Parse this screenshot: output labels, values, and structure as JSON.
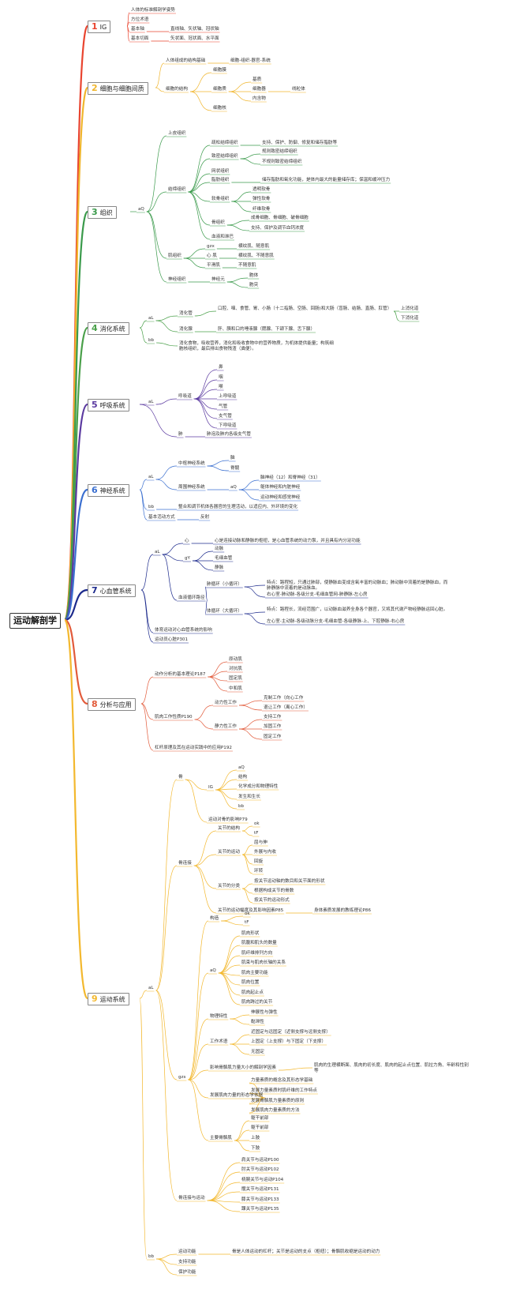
{
  "root": "运动解剖学",
  "colors": [
    "#e9442f",
    "#f0b52c",
    "#3a9a4b",
    "#4aa04a",
    "#5b3aa0",
    "#3a6fd0",
    "#1c2a8c",
    "#e25b3b",
    "#f3b82e",
    "#5aaa3e"
  ],
  "sections": [
    {
      "num": "1",
      "title": "IG",
      "items": [
        "人体的标准解剖学姿势",
        "方位术语",
        "基本轴",
        "直线轴、矢状轴、冠状轴",
        "基本切面",
        "矢状面、冠状面、水平面"
      ]
    },
    {
      "num": "2",
      "title": "细胞与细胞间质",
      "items": [
        "人体组成的结构基础",
        "细胞-组织-器官-系统",
        "细胞的结构",
        "细胞膜",
        "细胞质",
        "基质",
        "细胞器",
        "线粒体",
        "内含物",
        "细胞核"
      ]
    },
    {
      "num": "3",
      "title": "组织",
      "items": [
        "aQ",
        "上皮组织",
        "结缔组织",
        "疏松结缔组织",
        "支持、保护、防御、修复和储存脂肪等",
        "致密结缔组织",
        "规则致密结缔组织",
        "不规则致密结缔组织",
        "网状组织",
        "脂肪组织",
        "储存脂肪和氧化功能，是体内最大的能量储存库；保温和缓冲压力",
        "软骨组织",
        "透明软骨",
        "弹性软骨",
        "纤维软骨",
        "骨组织",
        "成骨细胞、骨细胞、破骨细胞",
        "支持、保护及调节血钙浓度",
        "血液和淋巴",
        "肌组织",
        "gzx",
        "横纹肌、随意肌",
        "心 肌",
        "横纹肌、不随意肌",
        "平滑肌",
        "不随意肌",
        "神经组织",
        "神经元",
        "胞体",
        "胞突"
      ]
    },
    {
      "num": "4",
      "title": "消化系统",
      "items": [
        "aL",
        "消化管",
        "口腔、咽、食管、胃、小肠（十二指肠、空肠、回肠)和大肠（盲肠、结肠、直肠、肛管）",
        "上消化道",
        "下消化道",
        "消化腺",
        "肝、胰和口的唾液腺（腮腺、下颌下腺、舌下腺）",
        "bb",
        "消化食物，吸收营养，消化和吸收食物中的营养物质，为机体提供能量；构筑细胞核组织，最后排出食物残渣（粪便）。"
      ]
    },
    {
      "num": "5",
      "title": "呼吸系统",
      "items": [
        "aL",
        "呼吸道",
        "鼻",
        "咽",
        "喉",
        "上呼吸道",
        "气管",
        "支气管",
        "下呼吸道",
        "肺",
        "肺泡及肺内各级支气管"
      ]
    },
    {
      "num": "6",
      "title": "神经系统",
      "items": [
        "aL",
        "中枢神经系统",
        "脑",
        "脊髓",
        "周围神经系统",
        "aQ",
        "脑神经（12）和脊神经（31）",
        "躯体神经和内脏神经",
        "运动神经和感觉神经",
        "bb",
        "整合和调节机体各器官的生理活动，以适应内、外环境的变化",
        "基本活动方式",
        "反射"
      ]
    },
    {
      "num": "7",
      "title": "心血管系统",
      "items": [
        "aL",
        "心",
        "心是连接动脉和静脉的枢纽，是心血管系统的动力泵，并且具有内分泌功能",
        "gY",
        "动脉",
        "毛细血管",
        "静脉",
        "血液循环路径",
        "肺循环（小循环）",
        "特点：路程短，只通过肺部，使静脉血变成含氧丰富的动脉血；肺动脉中流着的是静脉血，而肺静脉中流着的是动脉血。",
        "右心室-肺动脉-各级分支-毛细血管网-肺静脉-左心房",
        "体循环（大循环）",
        "特点：路程长，流经范围广，以动脉血滋养全身各个器官，又将其代谢产物经静脉运回心脏。",
        "左心室-主动脉-各级动脉分支-毛细血管-各级静脉-上、下腔静脉-右心房",
        "体育运动对心血管系统的影响",
        "运动员心脏P301"
      ]
    },
    {
      "num": "8",
      "title": "分析与应用",
      "items": [
        "动作分析的基本理论P187",
        "原动肌",
        "对抗肌",
        "固定肌",
        "中和肌",
        "肌肉工作性质P190",
        "动力性工作",
        "克制工作（向心工作",
        "退让工作（离心工作）",
        "静力性工作",
        "支持工作",
        "加固工作",
        "固定工作",
        "杠杆原理及其在运动实践中的应用P192"
      ]
    },
    {
      "num": "9",
      "title": "运动系统",
      "items": [
        "aL",
        "骨",
        "IG",
        "aQ",
        "结构",
        "化学成分和物理特性",
        "发生和生长",
        "bb",
        "运动对骨的影响P79",
        "骨连接",
        "关节的结构",
        "ok",
        "tF",
        "关节的运动",
        "屈与伸",
        "外展与内收",
        "回旋",
        "环转",
        "关节的分类",
        "按关节运动轴的数目和关节面的形状",
        "根据构成关节的骨数",
        "按关节的运动形式",
        "关节的运动幅度及其影响因素P85",
        "身体素质发展的教练理论P86",
        "gzs",
        "构造",
        "ok",
        "tF",
        "aQ",
        "肌肉形状",
        "肌腹和肌头的数量",
        "肌纤维排列方向",
        "肌束与肌肉长轴的关系",
        "肌肉主要功能",
        "肌肉位置",
        "肌肉起止点",
        "肌肉跨过的关节",
        "物理特性",
        "伸展性与弹性",
        "黏滞性",
        "工作术语",
        "近固定与远固定（近侧支撑与远侧支撑）",
        "上固定（上支撑）与下固定（下支撑）",
        "无固定",
        "影响骨骼肌力量大小的解剖学因素",
        "肌肉的生理横断面、肌肉的初长度、肌肉的起止点位置、肌拉力角、年龄和性别等",
        "发展肌肉力量的形态学依据",
        "力量素质的概念及其形态学基础",
        "发展力量素质时肌纤维的工作特点",
        "发展骨骼肌力量素质的原则",
        "发展肌肉力量素质的方法",
        "主要骨骼肌",
        "躯干前部",
        "躯干前部",
        "上肢",
        "下肢",
        "骨连接与运动",
        "肩关节与运动P100",
        "肘关节与运动P102",
        "桡腕关节与运动P104",
        "髋关节与运动P131",
        "膝关节与运动P133",
        "踝关节与运动P135",
        "bb",
        "运动功能",
        "骨是人体运动的杠杆；关节是运动的支点（枢纽）；骨骼肌收缩是运动的动力",
        "支持功能",
        "保护功能"
      ]
    }
  ]
}
